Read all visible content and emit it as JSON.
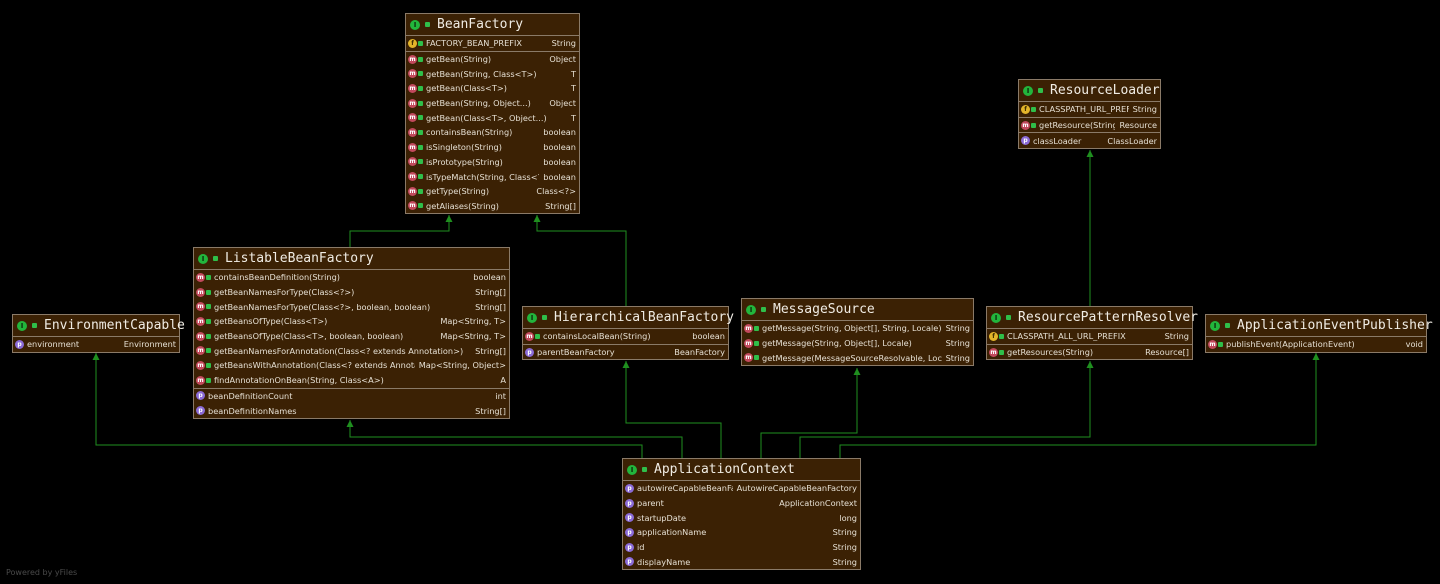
{
  "footer": {
    "watermark": "Powered by yFiles"
  },
  "colors": {
    "background": "#000000",
    "node_fill": "#3b2104",
    "node_border": "#8a7a68",
    "edge": "#1f8f1f",
    "interface_badge": "#22b53c",
    "method_badge": "#c2495c",
    "field_badge": "#e3b52a",
    "property_badge": "#8a6ad6"
  },
  "badges": {
    "interface": "I",
    "method": "m",
    "field": "f",
    "property": "p"
  },
  "nodes": [
    {
      "id": "BeanFactory",
      "title": "BeanFactory",
      "sections": [
        [
          {
            "kind": "f",
            "name": "FACTORY_BEAN_PREFIX",
            "type": "String"
          }
        ],
        [
          {
            "kind": "m",
            "name": "getBean(String)",
            "type": "Object"
          },
          {
            "kind": "m",
            "name": "getBean(String, Class<T>)",
            "type": "T"
          },
          {
            "kind": "m",
            "name": "getBean(Class<T>)",
            "type": "T"
          },
          {
            "kind": "m",
            "name": "getBean(String, Object...)",
            "type": "Object"
          },
          {
            "kind": "m",
            "name": "getBean(Class<T>, Object...)",
            "type": "T"
          },
          {
            "kind": "m",
            "name": "containsBean(String)",
            "type": "boolean"
          },
          {
            "kind": "m",
            "name": "isSingleton(String)",
            "type": "boolean"
          },
          {
            "kind": "m",
            "name": "isPrototype(String)",
            "type": "boolean"
          },
          {
            "kind": "m",
            "name": "isTypeMatch(String, Class<?>)",
            "type": "boolean"
          },
          {
            "kind": "m",
            "name": "getType(String)",
            "type": "Class<?>"
          },
          {
            "kind": "m",
            "name": "getAliases(String)",
            "type": "String[]"
          }
        ]
      ]
    },
    {
      "id": "ResourceLoader",
      "title": "ResourceLoader",
      "sections": [
        [
          {
            "kind": "f",
            "name": "CLASSPATH_URL_PREFIX",
            "type": "String"
          }
        ],
        [
          {
            "kind": "m",
            "name": "getResource(String)",
            "type": "Resource"
          }
        ],
        [
          {
            "kind": "p",
            "name": "classLoader",
            "type": "ClassLoader"
          }
        ]
      ]
    },
    {
      "id": "ListableBeanFactory",
      "title": "ListableBeanFactory",
      "sections": [
        [
          {
            "kind": "m",
            "name": "containsBeanDefinition(String)",
            "type": "boolean"
          },
          {
            "kind": "m",
            "name": "getBeanNamesForType(Class<?>)",
            "type": "String[]"
          },
          {
            "kind": "m",
            "name": "getBeanNamesForType(Class<?>, boolean, boolean)",
            "type": "String[]"
          },
          {
            "kind": "m",
            "name": "getBeansOfType(Class<T>)",
            "type": "Map<String, T>"
          },
          {
            "kind": "m",
            "name": "getBeansOfType(Class<T>, boolean, boolean)",
            "type": "Map<String, T>"
          },
          {
            "kind": "m",
            "name": "getBeanNamesForAnnotation(Class<? extends Annotation>)",
            "type": "String[]"
          },
          {
            "kind": "m",
            "name": "getBeansWithAnnotation(Class<? extends Annotation>)",
            "type": "Map<String, Object>"
          },
          {
            "kind": "m",
            "name": "findAnnotationOnBean(String, Class<A>)",
            "type": "A"
          }
        ],
        [
          {
            "kind": "p",
            "name": "beanDefinitionCount",
            "type": "int"
          },
          {
            "kind": "p",
            "name": "beanDefinitionNames",
            "type": "String[]"
          }
        ]
      ]
    },
    {
      "id": "EnvironmentCapable",
      "title": "EnvironmentCapable",
      "sections": [
        [
          {
            "kind": "p",
            "name": "environment",
            "type": "Environment"
          }
        ]
      ]
    },
    {
      "id": "HierarchicalBeanFactory",
      "title": "HierarchicalBeanFactory",
      "sections": [
        [
          {
            "kind": "m",
            "name": "containsLocalBean(String)",
            "type": "boolean"
          }
        ],
        [
          {
            "kind": "p",
            "name": "parentBeanFactory",
            "type": "BeanFactory"
          }
        ]
      ]
    },
    {
      "id": "MessageSource",
      "title": "MessageSource",
      "sections": [
        [
          {
            "kind": "m",
            "name": "getMessage(String, Object[], String, Locale)",
            "type": "String"
          },
          {
            "kind": "m",
            "name": "getMessage(String, Object[], Locale)",
            "type": "String"
          },
          {
            "kind": "m",
            "name": "getMessage(MessageSourceResolvable, Locale)",
            "type": "String"
          }
        ]
      ]
    },
    {
      "id": "ResourcePatternResolver",
      "title": "ResourcePatternResolver",
      "sections": [
        [
          {
            "kind": "f",
            "name": "CLASSPATH_ALL_URL_PREFIX",
            "type": "String"
          }
        ],
        [
          {
            "kind": "m",
            "name": "getResources(String)",
            "type": "Resource[]"
          }
        ]
      ]
    },
    {
      "id": "ApplicationEventPublisher",
      "title": "ApplicationEventPublisher",
      "sections": [
        [
          {
            "kind": "m",
            "name": "publishEvent(ApplicationEvent)",
            "type": "void"
          }
        ]
      ]
    },
    {
      "id": "ApplicationContext",
      "title": "ApplicationContext",
      "sections": [
        [
          {
            "kind": "p",
            "name": "autowireCapableBeanFactory",
            "type": "AutowireCapableBeanFactory"
          },
          {
            "kind": "p",
            "name": "parent",
            "type": "ApplicationContext"
          },
          {
            "kind": "p",
            "name": "startupDate",
            "type": "long"
          },
          {
            "kind": "p",
            "name": "applicationName",
            "type": "String"
          },
          {
            "kind": "p",
            "name": "id",
            "type": "String"
          },
          {
            "kind": "p",
            "name": "displayName",
            "type": "String"
          }
        ]
      ]
    }
  ],
  "edges": [
    {
      "from": "ListableBeanFactory",
      "to": "BeanFactory"
    },
    {
      "from": "HierarchicalBeanFactory",
      "to": "BeanFactory"
    },
    {
      "from": "ResourcePatternResolver",
      "to": "ResourceLoader"
    },
    {
      "from": "ApplicationContext",
      "to": "EnvironmentCapable"
    },
    {
      "from": "ApplicationContext",
      "to": "ListableBeanFactory"
    },
    {
      "from": "ApplicationContext",
      "to": "HierarchicalBeanFactory"
    },
    {
      "from": "ApplicationContext",
      "to": "MessageSource"
    },
    {
      "from": "ApplicationContext",
      "to": "ResourcePatternResolver"
    },
    {
      "from": "ApplicationContext",
      "to": "ApplicationEventPublisher"
    }
  ]
}
